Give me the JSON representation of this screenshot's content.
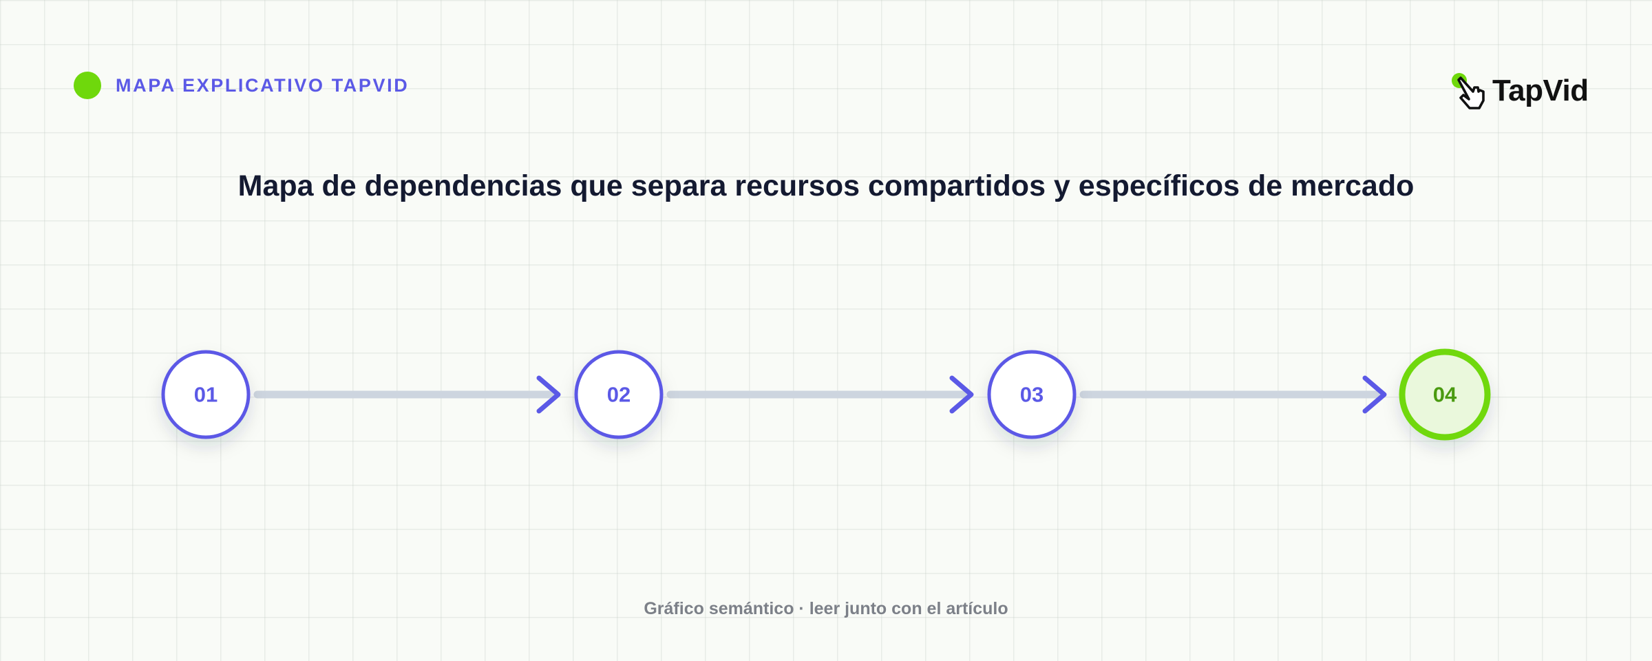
{
  "header": {
    "label": "MAPA EXPLICATIVO TAPVID",
    "dot_color": "#6fd80c",
    "label_color": "#5b59e6"
  },
  "logo": {
    "text": "TapVid",
    "icon": "tap-hand-icon"
  },
  "title": "Mapa de dependencias que separa recursos compartidos y específicos de mercado",
  "steps": [
    {
      "label": "01",
      "final": false
    },
    {
      "label": "02",
      "final": false
    },
    {
      "label": "03",
      "final": false
    },
    {
      "label": "04",
      "final": true
    }
  ],
  "colors": {
    "accent": "#5b59e6",
    "final": "#6fd80c",
    "connector": "#cdd5df"
  },
  "footer": "Gráfico semántico · leer junto con el artículo"
}
